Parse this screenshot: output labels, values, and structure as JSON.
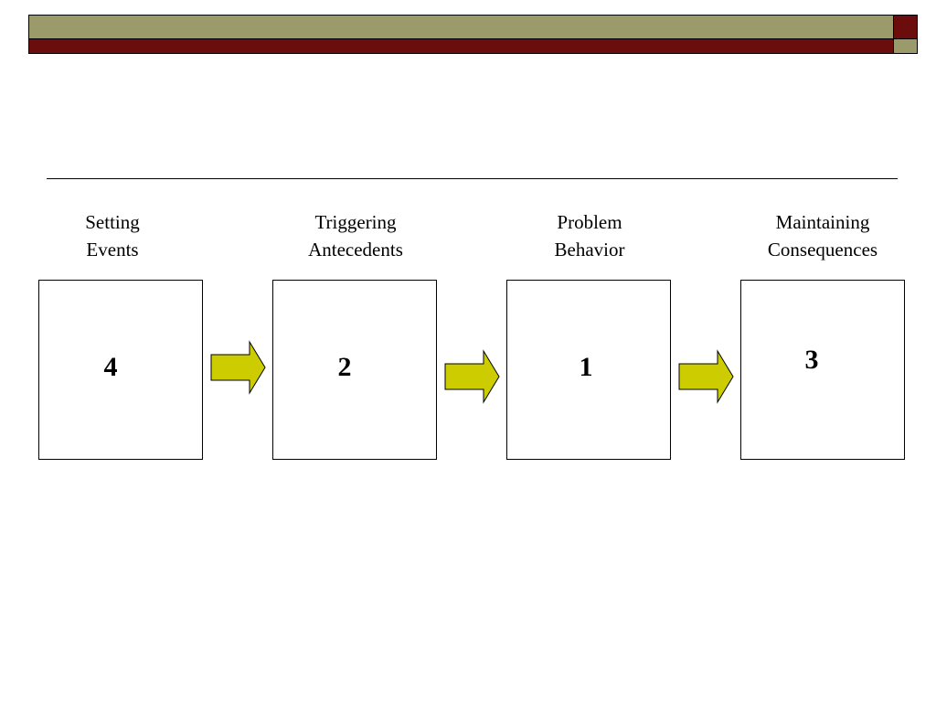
{
  "theme": {
    "olive": "#9b9a6a",
    "maroon": "#6b0d0d",
    "arrow_fill": "#cccc00"
  },
  "steps": [
    {
      "line1": "Setting",
      "line2": "Events",
      "number": "4"
    },
    {
      "line1": "Triggering",
      "line2": "Antecedents",
      "number": "2"
    },
    {
      "line1": "Problem",
      "line2": "Behavior",
      "number": "1"
    },
    {
      "line1": "Maintaining",
      "line2": "Consequences",
      "number": "3"
    }
  ]
}
